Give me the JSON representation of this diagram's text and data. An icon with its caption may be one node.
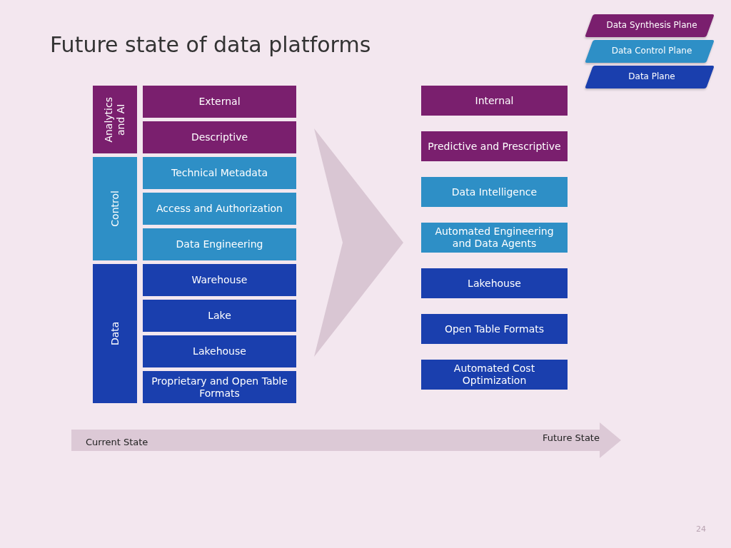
{
  "diagram": {
    "title": "Future state of data platforms",
    "nodes": [
      {
        "text": [
          "Analytics and AI"
        ]
      },
      {
        "text": [
          "Control"
        ]
      },
      {
        "text": [
          "Data"
        ]
      },
      {
        "text": [
          "External"
        ]
      },
      {
        "text": [
          "Descriptive"
        ]
      },
      {
        "text": [
          "Technical Metadata"
        ]
      },
      {
        "text": [
          "Access and Authorization"
        ]
      },
      {
        "text": [
          "Data Engineering"
        ]
      },
      {
        "text": [
          "Warehouse"
        ]
      },
      {
        "text": [
          "Lake"
        ]
      },
      {
        "text": [
          "Lakehouse"
        ]
      },
      {
        "text": [
          "Proprietary and Open Table Formats"
        ]
      },
      {
        "text": [
          "Internal"
        ]
      },
      {
        "text": [
          "Predictive and Prescriptive"
        ]
      },
      {
        "text": [
          "Data Intelligence"
        ]
      },
      {
        "text": [
          "Automated Engineering and Data Agents"
        ]
      },
      {
        "text": [
          "Lakehouse"
        ]
      },
      {
        "text": [
          "Open Table Formats"
        ]
      },
      {
        "text": [
          "Automated Cost Optimization"
        ]
      }
    ],
    "labels": [
      "Current State",
      "Future State",
      "24"
    ],
    "legend": [
      {
        "text": "Data Synthesis Plane",
        "color": "#7a1f6e"
      },
      {
        "text": "Data Control Plane",
        "color": "#2e8fc6"
      },
      {
        "text": "Data Plane",
        "color": "#1a3fae"
      }
    ]
  }
}
